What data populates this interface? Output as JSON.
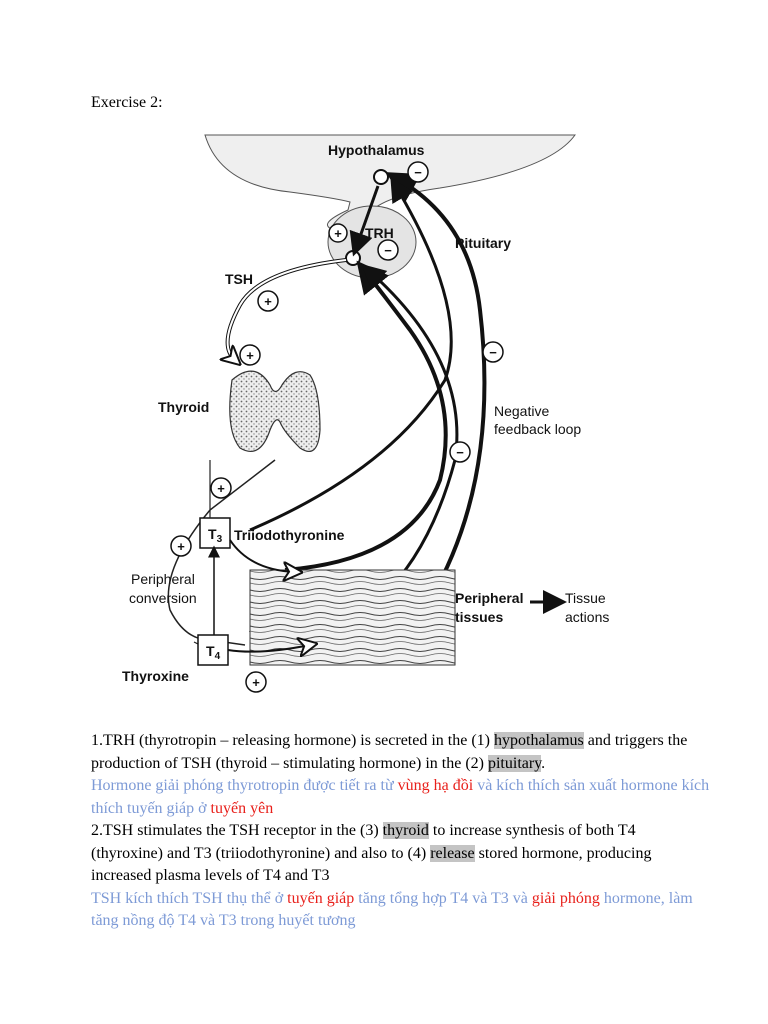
{
  "heading": "Exercise 2:",
  "figure": {
    "labels": {
      "hypothalamus": "Hypothalamus",
      "trh": "TRH",
      "pituitary": "Pituitary",
      "tsh": "TSH",
      "thyroid": "Thyroid",
      "negative": "Negative",
      "feedback_loop": "feedback loop",
      "t3_box": "T",
      "t3_sub": "3",
      "triiodothyronine": "Triiodothyronine",
      "peripheral": "Peripheral",
      "conversion": "conversion",
      "t4_box": "T",
      "t4_sub": "4",
      "peripheral_tissues_1": "Peripheral",
      "peripheral_tissues_2": "tissues",
      "tissue_actions_1": "Tissue",
      "tissue_actions_2": "actions",
      "thyroxine": "Thyroxine"
    },
    "signs": {
      "plus": "+",
      "minus": "−"
    }
  },
  "paragraphs": {
    "p1": {
      "a": "1.TRH (thyrotropin – releasing hormone) is secreted in the (1) ",
      "hl1": "hypothalamus",
      "b": " and triggers the production of TSH (thyroid – stimulating hormone) in the (2) ",
      "hl2": "pituitary",
      "c": "."
    },
    "p1_vn": {
      "a": "Hormone giải phóng thyrotropin được tiết ra từ ",
      "r1": "vùng hạ đồi",
      "b": " và kích thích sản xuất hormone kích thích tuyến giáp ở ",
      "r2": "tuyến yên"
    },
    "p2": {
      "a": "2.TSH stimulates the TSH receptor in the (3) ",
      "hl1": "thyroid",
      "b": " to increase synthesis of both T4 (thyroxine) and T3 (triiodothyronine) and also to (4) ",
      "hl2": "release",
      "c": " stored hormone, producing increased plasma levels of T4 and T3"
    },
    "p2_vn": {
      "a": "TSH kích thích TSH thụ thể ở ",
      "r1": "tuyến giáp",
      "b": " tăng tổng hợp T4 và T3 và ",
      "r2": "giải phóng",
      "c": " hormone, làm tăng nồng độ T4 và T3 trong huyết tương"
    }
  }
}
